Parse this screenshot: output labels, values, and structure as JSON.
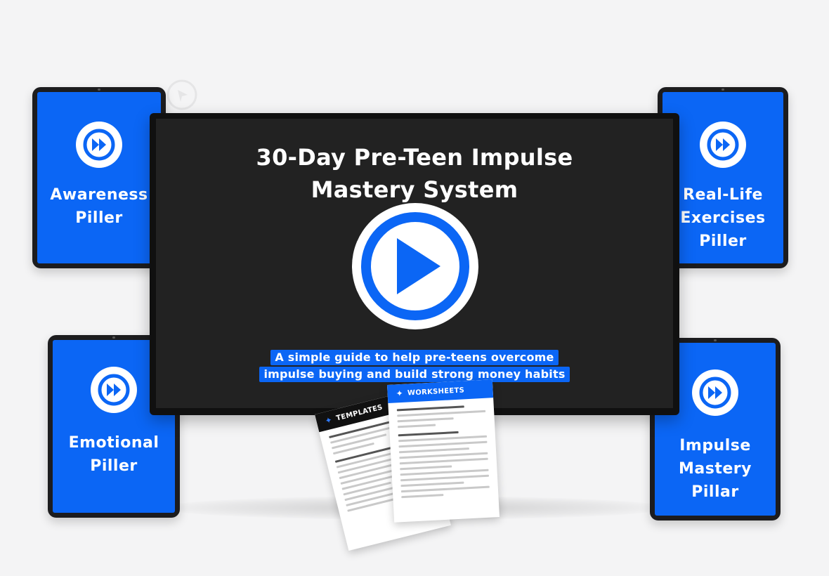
{
  "colors": {
    "accent": "#0b66f5",
    "screen_bg": "#222222",
    "device_frame": "#1c1c1e",
    "page_bg": "#f4f4f5"
  },
  "main_screen": {
    "title": "30-Day Pre-Teen Impulse\nMastery System",
    "play_icon": "play-icon",
    "subtitle_lines": [
      "A simple guide to help pre-teens overcome",
      "impulse buying and build strong money habits"
    ]
  },
  "tablets": [
    {
      "label": "Awareness\nPiller",
      "icon": "fast-forward-icon"
    },
    {
      "label": "Real-Life\nExercises\nPiller",
      "icon": "fast-forward-icon"
    },
    {
      "label": "Emotional\nPiller",
      "icon": "fast-forward-icon"
    },
    {
      "label": "Impulse\nMastery\nPillar",
      "icon": "fast-forward-icon"
    }
  ],
  "documents": {
    "templates": {
      "title": "TEMPLATES"
    },
    "worksheets": {
      "title": "WORKSHEETS"
    }
  }
}
